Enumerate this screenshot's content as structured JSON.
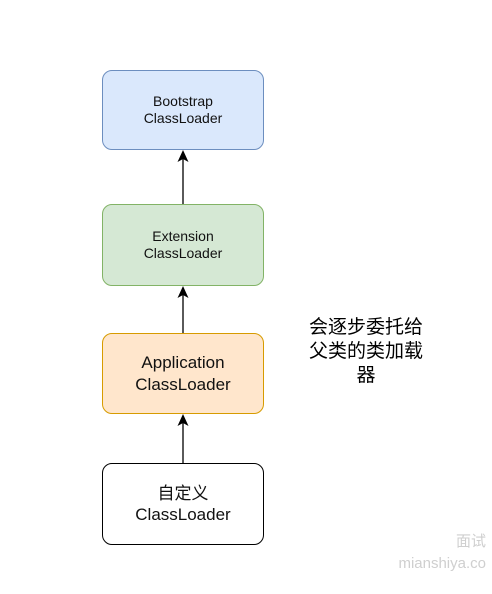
{
  "boxes": {
    "bootstrap": {
      "line1": "Bootstrap",
      "line2": "ClassLoader"
    },
    "extension": {
      "line1": "Extension",
      "line2": "ClassLoader"
    },
    "application": {
      "line1": "Application",
      "line2": "ClassLoader"
    },
    "custom": {
      "line1": "自定义",
      "line2": "ClassLoader"
    }
  },
  "note": {
    "line1": "会逐步委托给",
    "line2": "父类的类加载",
    "line3": "器"
  },
  "watermark": {
    "line1": "面试",
    "line2": "mianshiya.co"
  },
  "colors": {
    "bootstrap_fill": "#dae8fc",
    "bootstrap_stroke": "#6c8ebf",
    "extension_fill": "#d5e8d4",
    "extension_stroke": "#82b366",
    "application_fill": "#ffe6cc",
    "application_stroke": "#d79b00",
    "custom_fill": "#ffffff",
    "custom_stroke": "#000000"
  }
}
